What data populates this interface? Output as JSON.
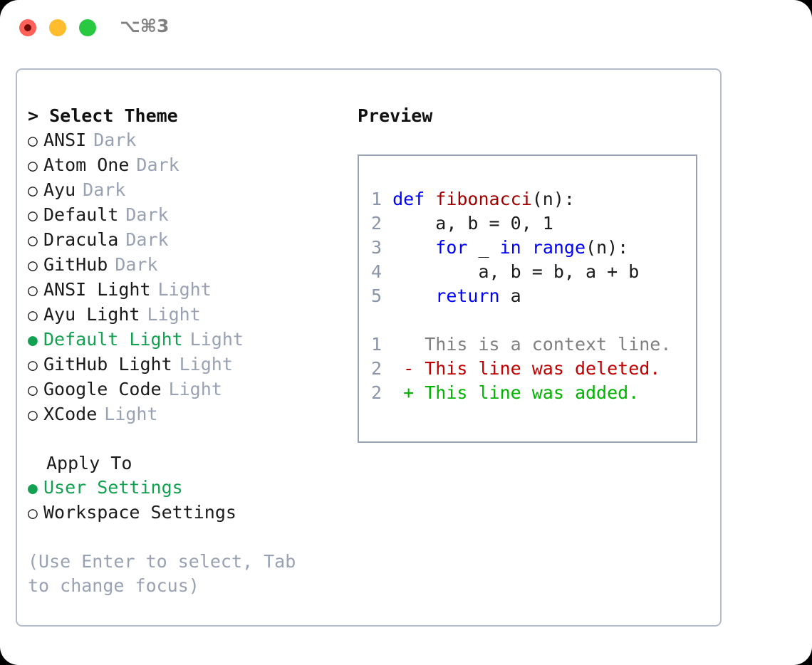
{
  "window": {
    "shortcut_label": "⌥⌘3",
    "traffic_lights": [
      {
        "name": "close",
        "color": "#ff6159"
      },
      {
        "name": "minimize",
        "color": "#ffbd2e"
      },
      {
        "name": "maximize",
        "color": "#28c840"
      }
    ]
  },
  "theme_picker": {
    "header": "> Select Theme",
    "selected_marker": "●",
    "unselected_marker": "○",
    "accent_color": "#12a150",
    "muted_color": "#98a2b3",
    "items": [
      {
        "marker": "○",
        "label": "ANSI",
        "variant": "Dark",
        "selected": false
      },
      {
        "marker": "○",
        "label": "Atom One",
        "variant": "Dark",
        "selected": false
      },
      {
        "marker": "○",
        "label": "Ayu",
        "variant": "Dark",
        "selected": false
      },
      {
        "marker": "○",
        "label": "Default",
        "variant": "Dark",
        "selected": false
      },
      {
        "marker": "○",
        "label": "Dracula",
        "variant": "Dark",
        "selected": false
      },
      {
        "marker": "○",
        "label": "GitHub",
        "variant": "Dark",
        "selected": false
      },
      {
        "marker": "○",
        "label": "ANSI Light",
        "variant": "Light",
        "selected": false
      },
      {
        "marker": "○",
        "label": "Ayu Light",
        "variant": "Light",
        "selected": false
      },
      {
        "marker": "●",
        "label": "Default Light",
        "variant": "Light",
        "selected": true
      },
      {
        "marker": "○",
        "label": "GitHub Light",
        "variant": "Light",
        "selected": false
      },
      {
        "marker": "○",
        "label": "Google Code",
        "variant": "Light",
        "selected": false
      },
      {
        "marker": "○",
        "label": "XCode",
        "variant": "Light",
        "selected": false
      }
    ]
  },
  "apply_to": {
    "header": "Apply To",
    "items": [
      {
        "marker": "●",
        "label": "User Settings",
        "selected": true
      },
      {
        "marker": "○",
        "label": "Workspace Settings",
        "selected": false
      }
    ]
  },
  "hint": "(Use Enter to select, Tab to change focus)",
  "preview": {
    "title": "Preview",
    "code_lines": [
      {
        "no": "1",
        "segments": [
          {
            "text": "def ",
            "kind": "kw"
          },
          {
            "text": "fibonacci",
            "kind": "fn"
          },
          {
            "text": "(n):",
            "kind": "plain"
          }
        ]
      },
      {
        "no": "2",
        "segments": [
          {
            "text": "    a, b = 0, 1",
            "kind": "plain"
          }
        ]
      },
      {
        "no": "3",
        "segments": [
          {
            "text": "    ",
            "kind": "plain"
          },
          {
            "text": "for",
            "kind": "kw"
          },
          {
            "text": " _ ",
            "kind": "plain"
          },
          {
            "text": "in",
            "kind": "kw"
          },
          {
            "text": " ",
            "kind": "plain"
          },
          {
            "text": "range",
            "kind": "kw"
          },
          {
            "text": "(n):",
            "kind": "plain"
          }
        ]
      },
      {
        "no": "4",
        "segments": [
          {
            "text": "        a, b = b, a + b",
            "kind": "plain"
          }
        ]
      },
      {
        "no": "5",
        "segments": [
          {
            "text": "    ",
            "kind": "plain"
          },
          {
            "text": "return",
            "kind": "kw"
          },
          {
            "text": " a",
            "kind": "plain"
          }
        ]
      }
    ],
    "diff_lines": [
      {
        "no": "1",
        "sign": " ",
        "text": "This is a context line.",
        "kind": "ctx"
      },
      {
        "no": "2",
        "sign": "-",
        "text": "This line was deleted.",
        "kind": "del"
      },
      {
        "no": "2",
        "sign": "+",
        "text": "This line was added.",
        "kind": "add"
      }
    ]
  }
}
